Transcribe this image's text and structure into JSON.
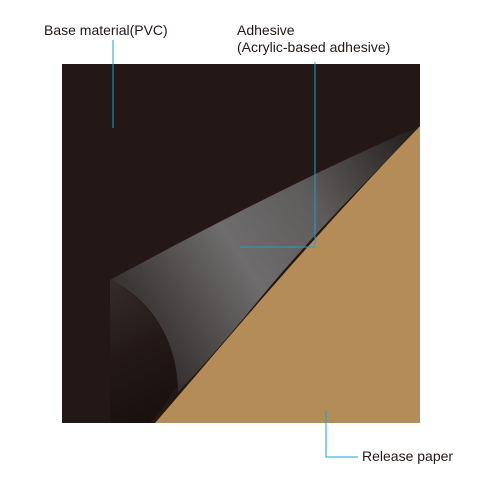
{
  "labels": {
    "base_material": "Base material(PVC)",
    "adhesive_line1": "Adhesive",
    "adhesive_line2": "(Acrylic-based adhesive)",
    "release_paper": "Release paper"
  },
  "colors": {
    "base_material": "#231815",
    "release_paper": "#b48c58",
    "adhesive_light": "#6a6868",
    "adhesive_dark": "#2a2423",
    "leader_line": "#1aa0d8",
    "text": "#231815"
  }
}
